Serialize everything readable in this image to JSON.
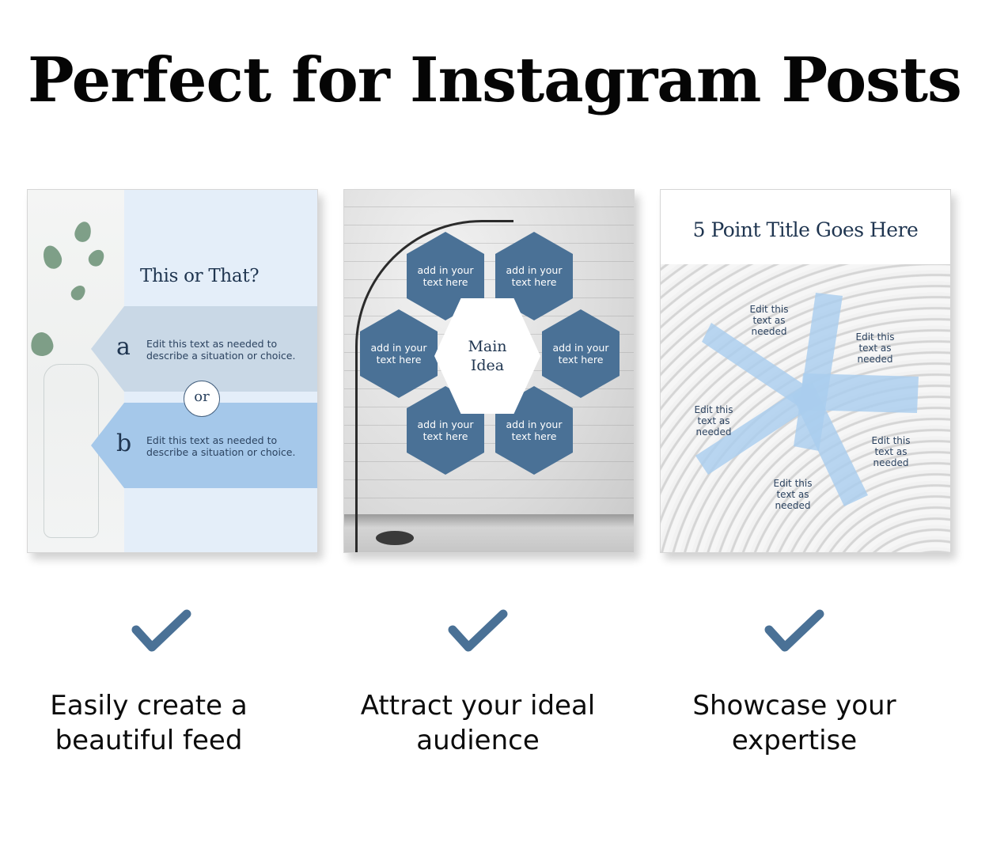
{
  "headline": "Perfect for Instagram Posts",
  "colors": {
    "accent": "#4a7196",
    "navy_text": "#1f3550",
    "band_a": "#c9d8e6",
    "band_b": "#a5c8ea",
    "panel_bg": "#e4eef9",
    "asterisk": "#a9cdee"
  },
  "cards": [
    {
      "title": "This or That?",
      "options": [
        {
          "letter": "a",
          "text": "Edit this text as needed to describe a situation or choice."
        },
        {
          "letter": "b",
          "text": "Edit this text as needed to describe a situation or choice."
        }
      ],
      "separator": "or"
    },
    {
      "center": "Main Idea",
      "hexagons": [
        "add in your text here",
        "add in your text here",
        "add in your text here",
        "add in your text here",
        "add in your text here",
        "add in your text here"
      ]
    },
    {
      "title": "5 Point Title Goes Here",
      "points": [
        "Edit this text as needed",
        "Edit this text as needed",
        "Edit this text as needed",
        "Edit this text as needed",
        "Edit this text as needed"
      ]
    }
  ],
  "features": [
    {
      "icon": "check-icon",
      "caption": "Easily create a beautiful feed"
    },
    {
      "icon": "check-icon",
      "caption": "Attract your ideal audience"
    },
    {
      "icon": "check-icon",
      "caption": "Showcase your expertise"
    }
  ]
}
